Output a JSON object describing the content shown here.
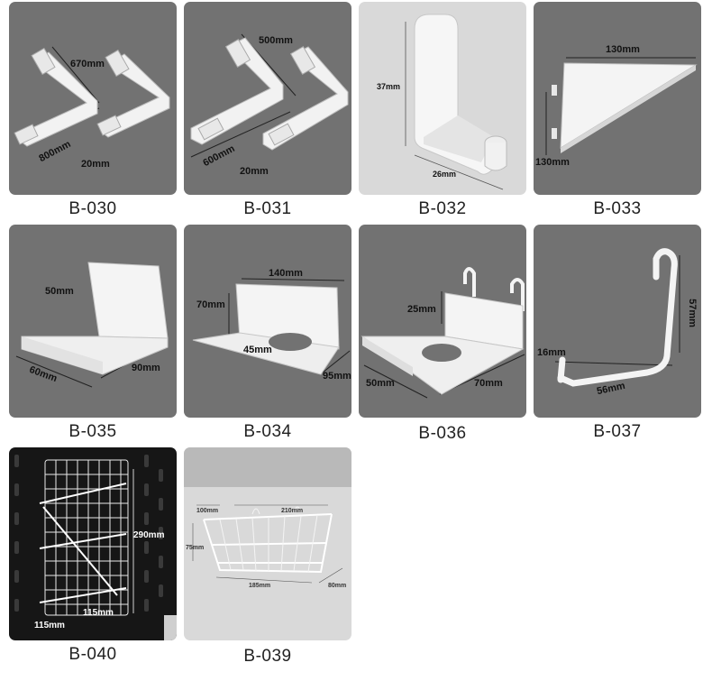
{
  "products": [
    {
      "code": "B-030",
      "dims": [
        "670mm",
        "800mm",
        "20mm"
      ]
    },
    {
      "code": "B-031",
      "dims": [
        "500mm",
        "600mm",
        "20mm"
      ]
    },
    {
      "code": "B-032",
      "dims": [
        "37mm",
        "26mm"
      ]
    },
    {
      "code": "B-033",
      "dims": [
        "130mm",
        "130mm"
      ]
    },
    {
      "code": "B-035",
      "dims": [
        "50mm",
        "60mm",
        "90mm"
      ]
    },
    {
      "code": "B-034",
      "dims": [
        "140mm",
        "70mm",
        "45mm",
        "95mm"
      ]
    },
    {
      "code": "B-036",
      "dims": [
        "25mm",
        "50mm",
        "70mm"
      ]
    },
    {
      "code": "B-037",
      "dims": [
        "57mm",
        "16mm",
        "56mm"
      ]
    },
    {
      "code": "B-040",
      "dims": [
        "290mm",
        "115mm",
        "115mm"
      ]
    },
    {
      "code": "B-039",
      "dims": [
        "100mm",
        "210mm",
        "75mm",
        "185mm",
        "80mm"
      ]
    }
  ],
  "colors": {
    "card_bg": "#727272",
    "photo_bg": "#161616",
    "light_bg": "#d9d9d9",
    "product_white": "#f4f4f4"
  }
}
